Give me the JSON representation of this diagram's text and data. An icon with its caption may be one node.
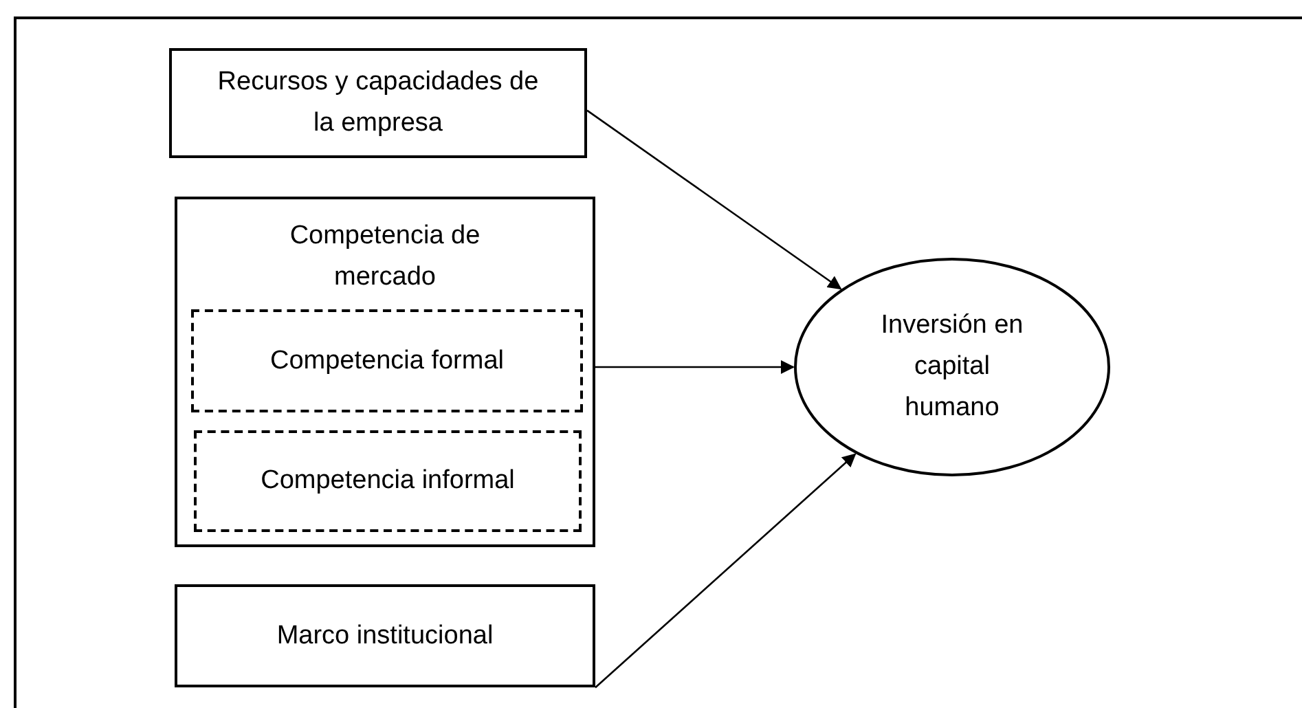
{
  "diagram": {
    "nodes": [
      {
        "text": [
          "Recursos y capacidades de la empresa"
        ]
      },
      {
        "text": [
          "Competencia de mercado"
        ]
      },
      {
        "text": [
          "Competencia formal"
        ],
        "in": 1
      },
      {
        "text": [
          "Competencia informal"
        ],
        "in": 1
      },
      {
        "text": [
          "Marco institucional"
        ]
      },
      {
        "text": [
          "Inversión en capital humano"
        ]
      }
    ],
    "edges": [
      {
        "from": 0,
        "to": 5,
        "arrow": "to"
      },
      {
        "from": 1,
        "to": 5,
        "arrow": "to"
      },
      {
        "from": 4,
        "to": 5,
        "arrow": "to"
      }
    ]
  }
}
